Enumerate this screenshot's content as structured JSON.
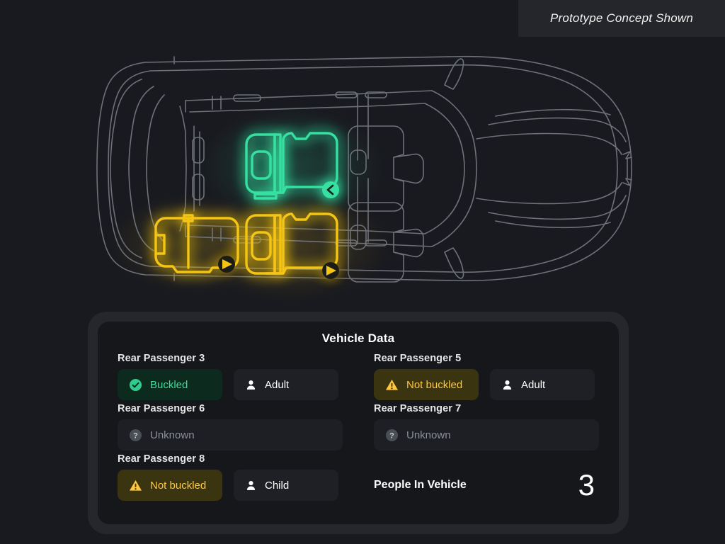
{
  "banner": {
    "text": "Prototype Concept Shown"
  },
  "car": {
    "view": "top-down-vehicle-diagram",
    "body_line_color": "#6e7178",
    "seats": [
      {
        "id": "rear-left-bench",
        "name": "seat-rear-passenger-6-8",
        "status": "not-buckled",
        "color": "#f5c518",
        "indicator": "belt-arrow-right"
      },
      {
        "id": "rear-right-seat",
        "name": "seat-rear-passenger-3",
        "status": "buckled",
        "color": "#35e0a1",
        "indicator": "belt-chevron-left"
      },
      {
        "id": "mid-right-seat",
        "name": "seat-rear-passenger-5",
        "status": "not-buckled",
        "color": "#f5c518",
        "indicator": "belt-arrow-right"
      },
      {
        "id": "front-left-seat",
        "name": "seat-front-left",
        "status": "empty",
        "color": "#6e7178",
        "indicator": "none"
      },
      {
        "id": "front-right-seat",
        "name": "seat-front-right",
        "status": "empty",
        "color": "#6e7178",
        "indicator": "none"
      }
    ]
  },
  "panel": {
    "title": "Vehicle Data",
    "passengers": [
      {
        "label": "Rear Passenger 3",
        "belt": {
          "text": "Buckled",
          "icon": "check-circle-icon",
          "state": "buckled"
        },
        "occupant": {
          "text": "Adult",
          "icon": "person-icon"
        }
      },
      {
        "label": "Rear Passenger 5",
        "belt": {
          "text": "Not buckled",
          "icon": "warning-triangle-icon",
          "state": "not-buckled"
        },
        "occupant": {
          "text": "Adult",
          "icon": "person-icon"
        }
      },
      {
        "label": "Rear Passenger 6",
        "belt": {
          "text": "Unknown",
          "icon": "question-circle-icon",
          "state": "unknown"
        },
        "occupant": null
      },
      {
        "label": "Rear Passenger 7",
        "belt": {
          "text": "Unknown",
          "icon": "question-circle-icon",
          "state": "unknown"
        },
        "occupant": null
      },
      {
        "label": "Rear Passenger 8",
        "belt": {
          "text": "Not buckled",
          "icon": "warning-triangle-icon",
          "state": "not-buckled"
        },
        "occupant": {
          "text": "Child",
          "icon": "person-icon"
        }
      }
    ],
    "people_in_vehicle": {
      "label": "People In Vehicle",
      "count": "3"
    }
  },
  "colors": {
    "page_background": "#191a1f",
    "panel_frame": "#25272c",
    "panel_card": "#16171b",
    "buckled_green": "#3ddc9a",
    "not_buckled_yellow": "#ffc83d",
    "unknown_gray": "#8b8f96",
    "banner_background": "#25262b"
  }
}
